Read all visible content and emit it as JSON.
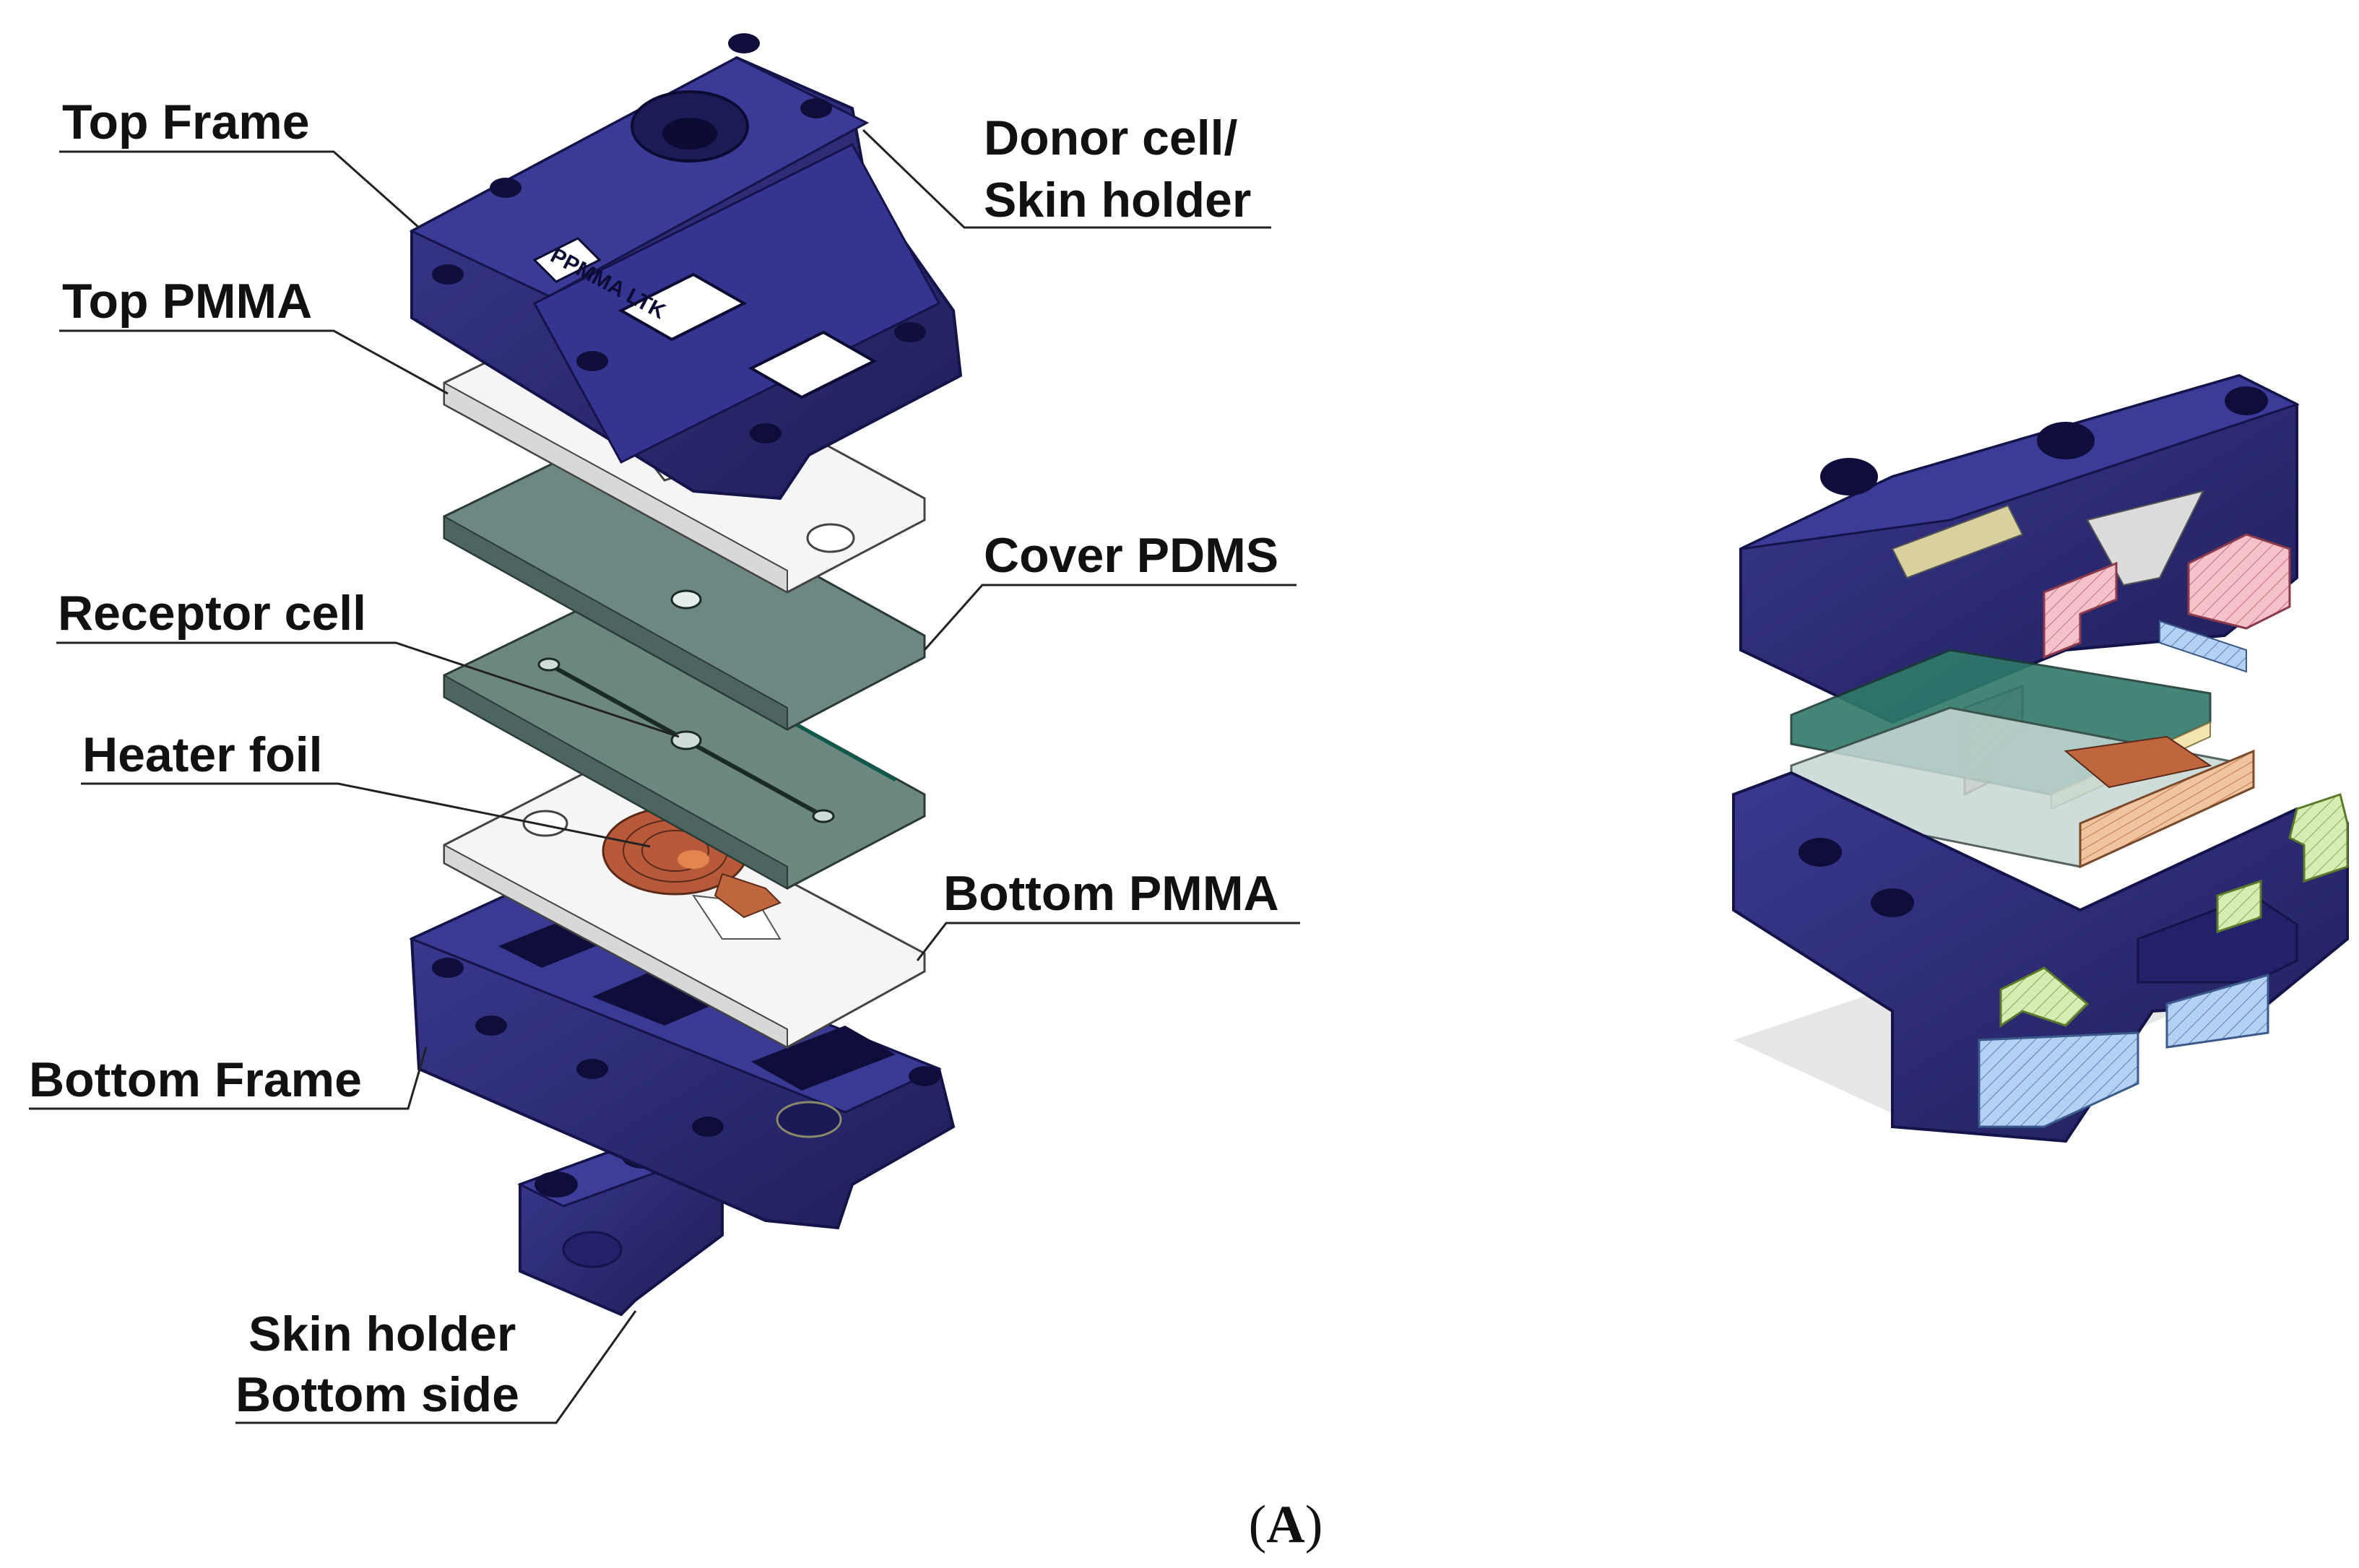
{
  "labels": {
    "top_frame": "Top Frame",
    "donor_cell_line1": "Donor cell/",
    "donor_cell_line2": "Skin holder",
    "top_pmma": "Top PMMA",
    "cover_pdms": "Cover PDMS",
    "receptor_cell": "Receptor cell",
    "heater_foil": "Heater foil",
    "bottom_pmma": "Bottom PMMA",
    "bottom_frame": "Bottom Frame",
    "skin_holder_line1": "Skin holder",
    "skin_holder_line2": "Bottom side"
  },
  "frame_engraving": "PPMMA LTK",
  "caption": {
    "open": "(",
    "letter": "A",
    "close": ")"
  },
  "colors": {
    "frame": "#2b2a6e",
    "frame_dark": "#1b1a4e",
    "pmma": "#f3f3f3",
    "pdms": "#5f7a74",
    "heater": "#b85a3a",
    "section_pink": "#f2b8c0",
    "section_green": "#cfe8a8",
    "section_blue": "#a9c8ee",
    "section_copper": "#e8b890"
  }
}
